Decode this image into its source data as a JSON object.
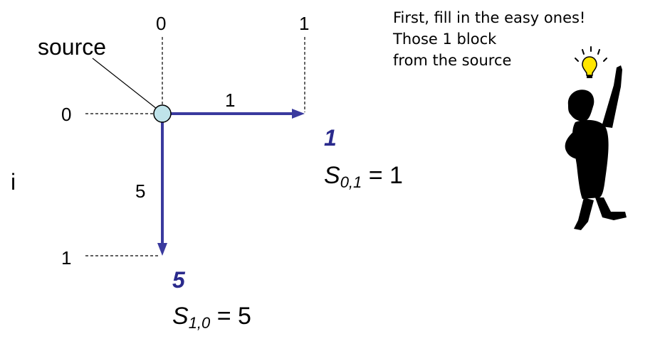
{
  "axis_ticks": {
    "col_0": "0",
    "col_1": "1",
    "row_0": "0",
    "row_1": "1"
  },
  "source_label": "source",
  "row_axis_label": "i",
  "edges": {
    "right_weight": "1",
    "down_weight": "5"
  },
  "results": {
    "cell_0_1_value": "1",
    "cell_0_1_eq": {
      "symbol": "S",
      "sub": "0,1",
      "rhs": "= 1"
    },
    "cell_1_0_value": "5",
    "cell_1_0_eq": {
      "symbol": "S",
      "sub": "1,0",
      "rhs": "= 5"
    }
  },
  "note_lines": [
    "First, fill in the easy ones!",
    "Those 1 block",
    "from the source"
  ],
  "colors": {
    "arrow": "#3a3a9e",
    "node_fill": "#bfe3ea",
    "bulb": "#ffe600",
    "figure": "#000000"
  }
}
